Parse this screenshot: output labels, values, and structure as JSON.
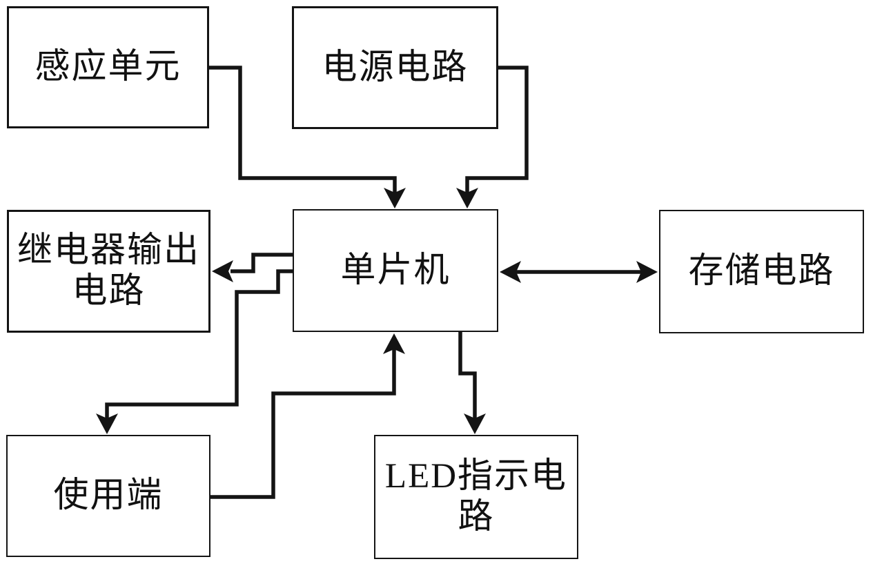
{
  "diagram": {
    "type": "block-diagram",
    "nodes": {
      "sensing": {
        "label": "感应单元"
      },
      "power": {
        "label": "电源电路"
      },
      "relay": {
        "label": "继电器输出电路",
        "label_line1": "继电器输出",
        "label_line2": "电路"
      },
      "mcu": {
        "label": "单片机"
      },
      "storage": {
        "label": "存储电路"
      },
      "user": {
        "label": "使用端"
      },
      "led": {
        "label": "LED指示电路"
      }
    },
    "edges": [
      {
        "from": "感应单元",
        "to": "单片机",
        "style": "single-arrow"
      },
      {
        "from": "电源电路",
        "to": "单片机",
        "style": "single-arrow"
      },
      {
        "from": "单片机",
        "to": "继电器输出电路",
        "style": "single-arrow"
      },
      {
        "from": "单片机",
        "to": "使用端",
        "style": "single-arrow"
      },
      {
        "from": "使用端",
        "to": "单片机",
        "style": "single-arrow"
      },
      {
        "from": "单片机",
        "to": "LED指示电路",
        "style": "single-arrow"
      },
      {
        "from": "单片机",
        "to": "存储电路",
        "style": "double-arrow"
      }
    ],
    "colors": {
      "ink": "#141414",
      "box_fill": "#ffffff",
      "background": "#ffffff"
    }
  }
}
